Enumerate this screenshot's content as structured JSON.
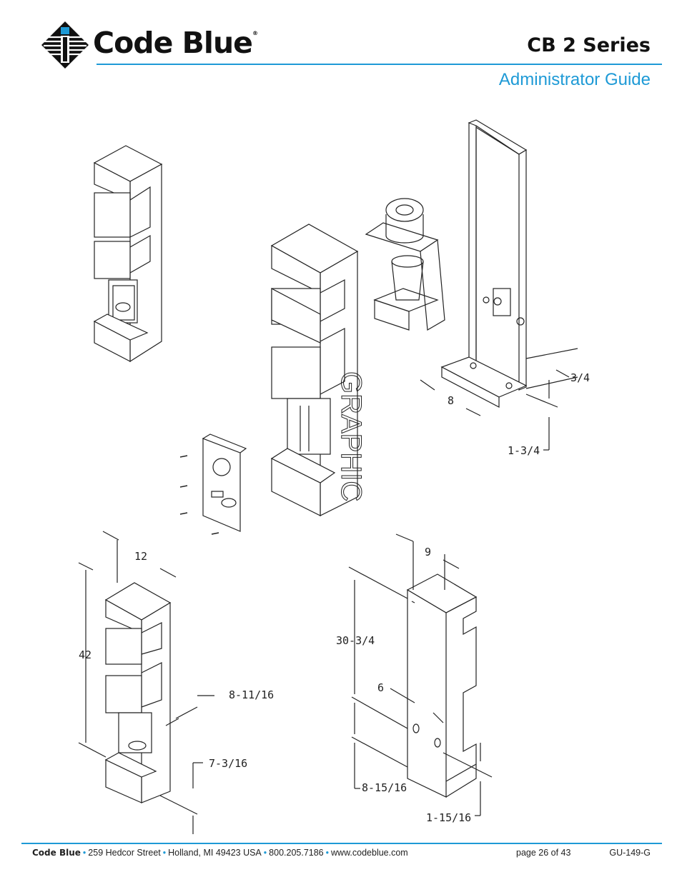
{
  "header": {
    "brand": "Code Blue",
    "registered": "®",
    "series": "CB 2 Series",
    "guide": "Administrator Guide"
  },
  "drawing": {
    "graphic_label": "GRAPHIC",
    "dimensions": {
      "d_3_4": "3/4",
      "d_8": "8",
      "d_1_3_4": "1-3/4",
      "d_12": "12",
      "d_42": "42",
      "d_8_11_16": "8-11/16",
      "d_7_3_16": "7-3/16",
      "d_9": "9",
      "d_30_3_4": "30-3/4",
      "d_6": "6",
      "d_8_15_16": "8-15/16",
      "d_1_15_16": "1-15/16"
    }
  },
  "footer": {
    "brand": "Code Blue",
    "address": "259 Hedcor Street",
    "city": "Holland, MI 49423 USA",
    "phone": "800.205.7186",
    "web": "www.codeblue.com",
    "page_label": "page 26 of  43",
    "doc_id": "GU-149-G"
  },
  "colors": {
    "accent": "#1e9ad6",
    "line": "#222222"
  }
}
